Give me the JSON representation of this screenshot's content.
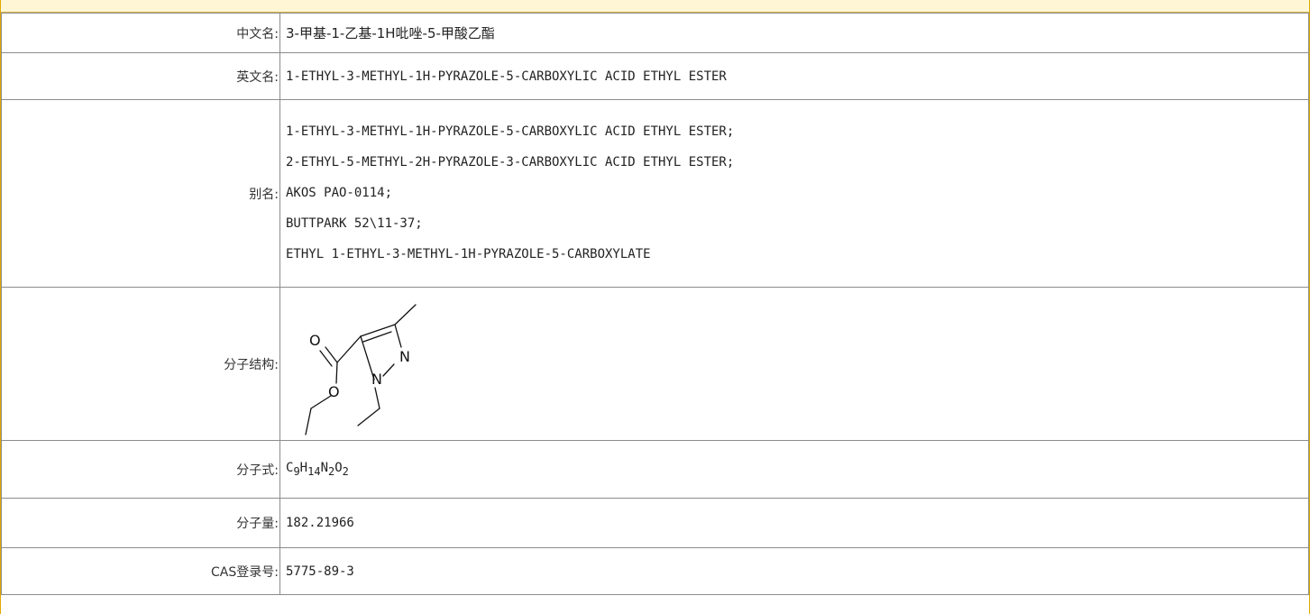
{
  "rows": {
    "cn_name": {
      "label": "中文名:",
      "value": "3-甲基-1-乙基-1H吡唑-5-甲酸乙酯"
    },
    "en_name": {
      "label": "英文名:",
      "value": "1-ETHYL-3-METHYL-1H-PYRAZOLE-5-CARBOXYLIC ACID ETHYL ESTER"
    },
    "aliases": {
      "label": "别名:",
      "items": [
        "1-ETHYL-3-METHYL-1H-PYRAZOLE-5-CARBOXYLIC ACID ETHYL ESTER;",
        "2-ETHYL-5-METHYL-2H-PYRAZOLE-3-CARBOXYLIC ACID ETHYL ESTER;",
        "AKOS PAO-0114;",
        "BUTTPARK 52\\11-37;",
        "ETHYL 1-ETHYL-3-METHYL-1H-PYRAZOLE-5-CARBOXYLATE"
      ]
    },
    "structure": {
      "label": "分子结构:",
      "atoms": {
        "o_carbonyl": "O",
        "o_ester": "O",
        "n1": "N",
        "n2": "N"
      }
    },
    "formula": {
      "label": "分子式:",
      "parts": [
        {
          "el": "C",
          "n": "9"
        },
        {
          "el": "H",
          "n": "14"
        },
        {
          "el": "N",
          "n": "2"
        },
        {
          "el": "O",
          "n": "2"
        }
      ]
    },
    "mol_weight": {
      "label": "分子量:",
      "value": "182.21966"
    },
    "cas": {
      "label": "CAS登录号:",
      "value": "5775-89-3"
    }
  }
}
